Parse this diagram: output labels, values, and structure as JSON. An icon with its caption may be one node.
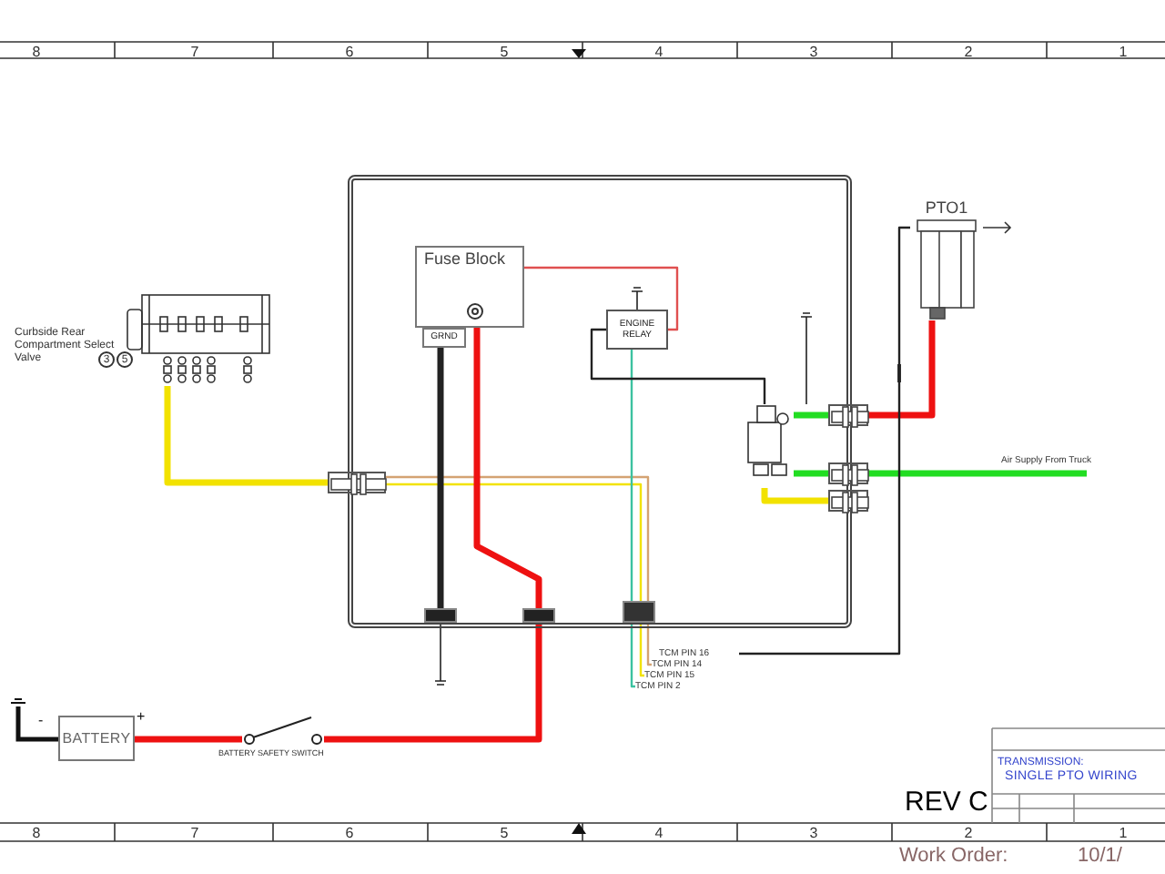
{
  "diagram": {
    "nodes": [
      {
        "text": [],
        "shape": "box"
      },
      {
        "text": [
          "Fuse Block"
        ],
        "in": 0
      },
      {
        "text": [
          "GRND"
        ],
        "in": 0
      },
      {
        "text": [
          "ENGINE RELAY"
        ],
        "in": 0
      },
      {
        "text": [],
        "shape": "picture",
        "beside": [
          "Curbside Rear Compartment Select Valve"
        ]
      },
      {
        "text": [],
        "shape": "picture",
        "in": 0
      },
      {
        "text": [
          "PTO1"
        ]
      },
      {
        "text": [
          "BATTERY"
        ]
      },
      {
        "text": [],
        "shape": "picture",
        "beside": [
          "BATTERY SAFETY SWITCH"
        ]
      },
      {
        "text": [],
        "shape": "box",
        "in": 0
      },
      {
        "text": [],
        "shape": "box",
        "in": 0
      },
      {
        "text": [],
        "shape": "box",
        "in": 0
      },
      {
        "text": [],
        "shape": "box"
      },
      {
        "text": [],
        "shape": "box"
      },
      {
        "text": [],
        "shape": "box"
      },
      {
        "text": [],
        "shape": "box"
      },
      {
        "text": [
          "TCM PIN 16"
        ]
      },
      {
        "text": [
          "TCM PIN 14"
        ]
      },
      {
        "text": [
          "TCM PIN 15"
        ]
      },
      {
        "text": [
          "TCM PIN 2"
        ]
      }
    ],
    "edges": [
      {
        "from": 4,
        "to": 12,
        "arrow": "none",
        "color": "#f2e200"
      },
      {
        "from": 12,
        "to": 11,
        "arrow": "none",
        "color": "#f2e200"
      },
      {
        "from": 12,
        "to": 11,
        "arrow": "none",
        "color": "#d4a373"
      },
      {
        "from": 3,
        "to": 11,
        "arrow": "none",
        "color": "#3cc2a0"
      },
      {
        "from": 1,
        "to": 3,
        "arrow": "none",
        "color": "#e05050"
      },
      {
        "from": 3,
        "to": 5,
        "arrow": "none",
        "color": "#222222"
      },
      {
        "from": 2,
        "to": 9,
        "arrow": "none",
        "color": "#222222"
      },
      {
        "from": 1,
        "to": 10,
        "arrow": "none",
        "color": "#ee1111"
      },
      {
        "from": 10,
        "to": 8,
        "arrow": "none",
        "color": "#ee1111"
      },
      {
        "from": 8,
        "to": 7,
        "arrow": "none",
        "color": "#ee1111"
      },
      {
        "from": 5,
        "to": 13,
        "arrow": "none",
        "color": "#22dd22"
      },
      {
        "from": 13,
        "to": 6,
        "arrow": "none",
        "color": "#ee1111"
      },
      {
        "from": 5,
        "to": 14,
        "arrow": "none",
        "color": "#22dd22"
      },
      {
        "from": 14,
        "to": null,
        "arrow": "none",
        "color": "#22dd22",
        "label": "Air Supply From Truck"
      },
      {
        "from": 5,
        "to": 15,
        "arrow": "none",
        "color": "#f2e200"
      },
      {
        "from": 6,
        "to": 16,
        "arrow": "none",
        "color": "#222222"
      },
      {
        "from": 11,
        "to": 17,
        "arrow": "none",
        "color": "#d4a373"
      },
      {
        "from": 11,
        "to": 18,
        "arrow": "none",
        "color": "#f2e200"
      },
      {
        "from": 11,
        "to": 19,
        "arrow": "none",
        "color": "#3cc2a0"
      }
    ],
    "labels": [
      "8",
      "7",
      "6",
      "5",
      "4",
      "3",
      "2",
      "1",
      "3",
      "5",
      "-",
      "+",
      "REV C",
      "TRANSMISSION:",
      "SINGLE PTO WIRING",
      "8",
      "7",
      "6",
      "5",
      "4",
      "3",
      "2",
      "1",
      "Work Order:",
      "10/1/"
    ]
  }
}
